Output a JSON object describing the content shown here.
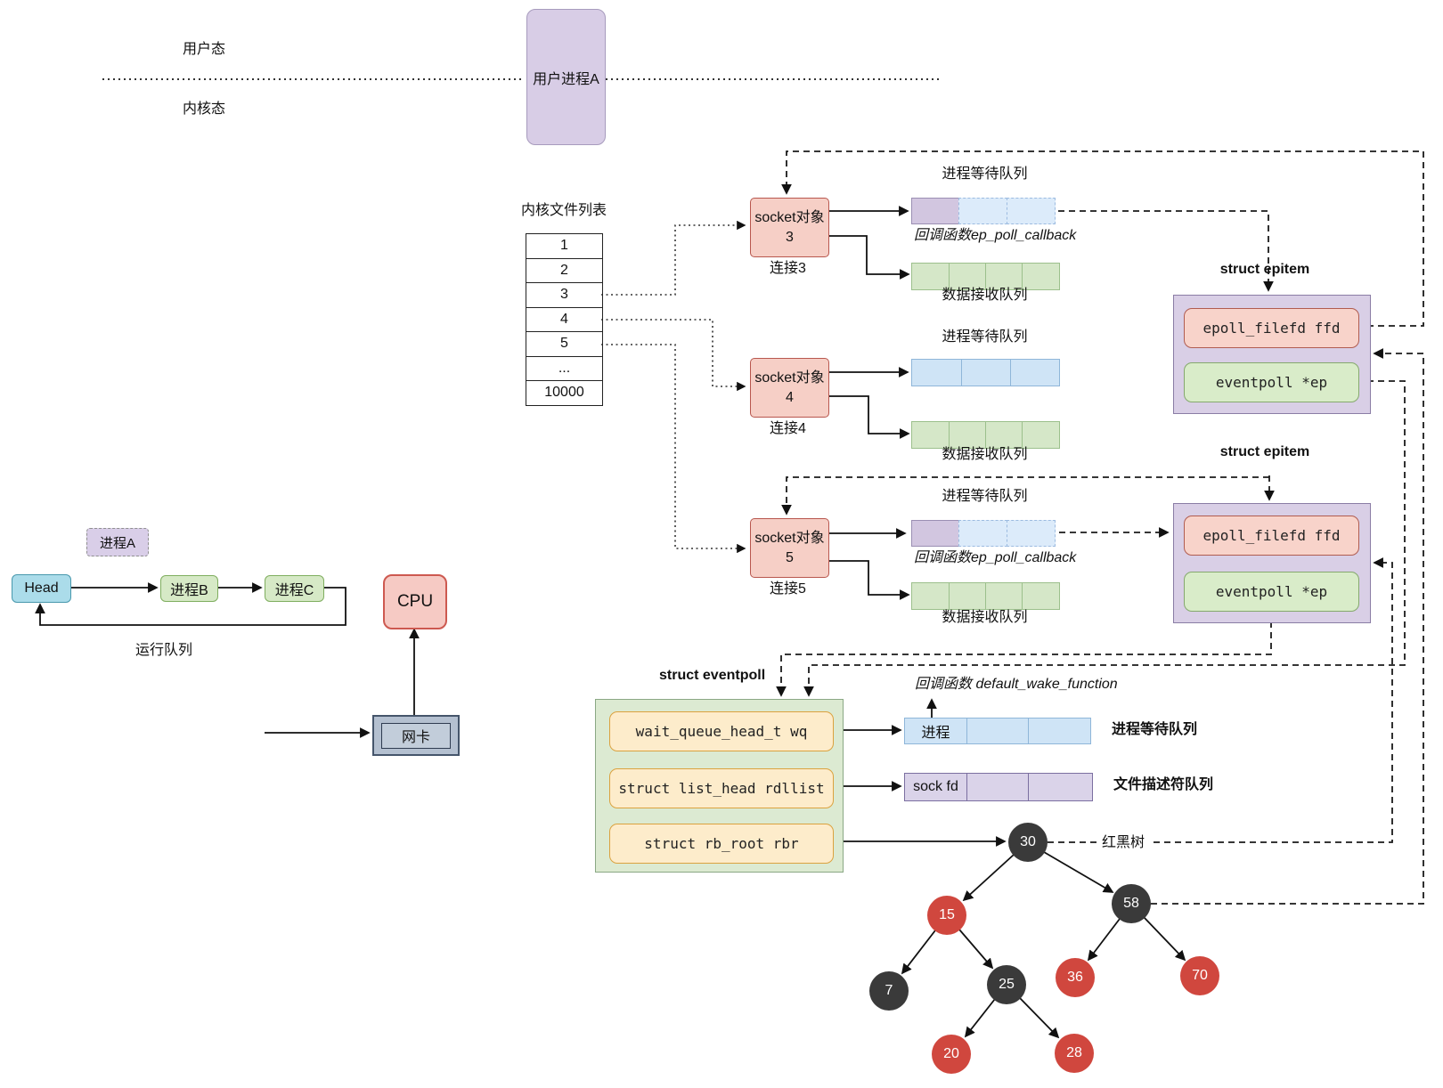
{
  "modes": {
    "user": "用户态",
    "kernel": "内核态"
  },
  "user_process": "用户进程A",
  "file_table": {
    "title": "内核文件列表",
    "rows": [
      "1",
      "2",
      "3",
      "4",
      "5",
      "...",
      "10000"
    ]
  },
  "labels": {
    "wait_queue": "进程等待队列",
    "recv_queue": "数据接收队列",
    "ep_callback": "回调函数ep_poll_callback",
    "epitem": "struct epitem",
    "eventpoll": "struct eventpoll",
    "wake_callback": "回调函数 default_wake_function",
    "fd_queue": "文件描述符队列",
    "rbtree": "红黑树",
    "run_queue": "运行队列"
  },
  "sockets": [
    {
      "name": "socket对象3",
      "conn": "连接3"
    },
    {
      "name": "socket对象4",
      "conn": "连接4"
    },
    {
      "name": "socket对象5",
      "conn": "连接5"
    }
  ],
  "epitem_fields": {
    "ffd": "epoll_filefd ffd",
    "ep": "eventpoll *ep"
  },
  "eventpoll_fields": {
    "wq": "wait_queue_head_t wq",
    "rdllist": "struct list_head rdllist",
    "rbr": "struct rb_root rbr"
  },
  "queue_cells": {
    "process": "进程",
    "sockfd": "sock fd"
  },
  "rbtree_nodes": [
    {
      "value": "30",
      "color": "black"
    },
    {
      "value": "15",
      "color": "red"
    },
    {
      "value": "58",
      "color": "black"
    },
    {
      "value": "7",
      "color": "black"
    },
    {
      "value": "25",
      "color": "black"
    },
    {
      "value": "36",
      "color": "red"
    },
    {
      "value": "70",
      "color": "red"
    },
    {
      "value": "20",
      "color": "red"
    },
    {
      "value": "28",
      "color": "red"
    }
  ],
  "scheduler": {
    "process_a": "进程A",
    "head": "Head",
    "process_b": "进程B",
    "process_c": "进程C",
    "cpu": "CPU",
    "nic": "网卡"
  },
  "colors": {
    "lavender": "#d8cde6",
    "salmon": "#f6cfc6",
    "blue": "#cfe4f6",
    "green": "#d5e7c8",
    "orange": "#fdeccb",
    "rb_red": "#d0473e",
    "rb_black": "#3a3a3a"
  }
}
